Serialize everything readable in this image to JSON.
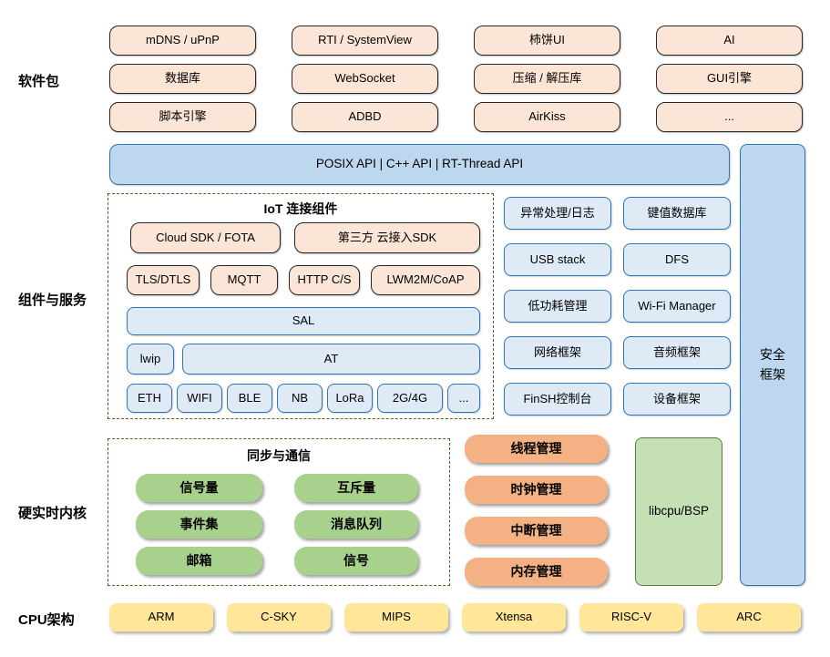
{
  "section_labels": {
    "packages": "软件包",
    "components": "组件与服务",
    "kernel": "硬实时内核",
    "cpu": "CPU架构"
  },
  "packages": {
    "items": [
      "mDNS / uPnP",
      "RTI / SystemView",
      "柿饼UI",
      "AI",
      "数据库",
      "WebSocket",
      "压缩 / 解压库",
      "GUI引擎",
      "脚本引擎",
      "ADBD",
      "AirKiss",
      "..."
    ]
  },
  "api_bar": {
    "label": "POSIX API  |  C++ API  |  RT-Thread API"
  },
  "security": {
    "label": "安全框架"
  },
  "iot": {
    "title": "IoT 连接组件",
    "cloud_sdk": "Cloud SDK / FOTA",
    "third_party_sdk": "第三方 云接入SDK",
    "protocols": [
      "TLS/DTLS",
      "MQTT",
      "HTTP C/S",
      "LWM2M/CoAP"
    ],
    "sal": "SAL",
    "lwip": "lwip",
    "at": "AT",
    "links": [
      "ETH",
      "WIFI",
      "BLE",
      "NB",
      "LoRa",
      "2G/4G",
      "..."
    ]
  },
  "services": {
    "items": [
      "异常处理/日志",
      "键值数据库",
      "USB stack",
      "DFS",
      "低功耗管理",
      "Wi-Fi Manager",
      "网络框架",
      "音频框架",
      "FinSH控制台",
      "设备框架"
    ]
  },
  "sync": {
    "title": "同步与通信",
    "items": [
      "信号量",
      "互斥量",
      "事件集",
      "消息队列",
      "邮箱",
      "信号"
    ]
  },
  "kernel_mgmt": {
    "items": [
      "线程管理",
      "时钟管理",
      "中断管理",
      "内存管理"
    ]
  },
  "libcpu": {
    "label": "libcpu/BSP"
  },
  "cpu_arch": {
    "items": [
      "ARM",
      "C-SKY",
      "MIPS",
      "Xtensa",
      "RISC-V",
      "ARC"
    ]
  },
  "colors": {
    "peach_fill": "#FBE5D6",
    "blue_bar_fill": "#BDD7EE",
    "blue_box_fill": "#DEEAF6",
    "blue_border": "#2E75B6",
    "green_pill": "#A9D18E",
    "libcpu_fill": "#C5E0B4",
    "libcpu_border": "#538135",
    "orange_pill": "#F4B183",
    "yellow_fill": "#FFE699",
    "dashed_border": "#4F6228"
  }
}
